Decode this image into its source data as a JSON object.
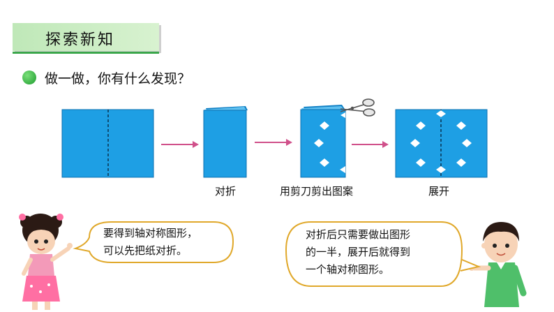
{
  "header": {
    "title": "探索新知"
  },
  "prompt": {
    "text": "做一做，你有什么发现？"
  },
  "steps": [
    {
      "label": "对折"
    },
    {
      "label": "用剪刀剪出图案"
    },
    {
      "label": "展开"
    }
  ],
  "girl_bubble": {
    "line1": "要得到轴对称图形，",
    "line2": "可以先把纸对折。"
  },
  "boy_bubble": {
    "line1": "对折后只需要做出图形",
    "line2": "的一半，展开后就得到",
    "line3": "一个轴对称图形。"
  },
  "colors": {
    "paper": "#1e9fe4",
    "arrow": "#d0508a",
    "banner": "#bfe8b8",
    "bubble_border": "#e0a82a"
  }
}
